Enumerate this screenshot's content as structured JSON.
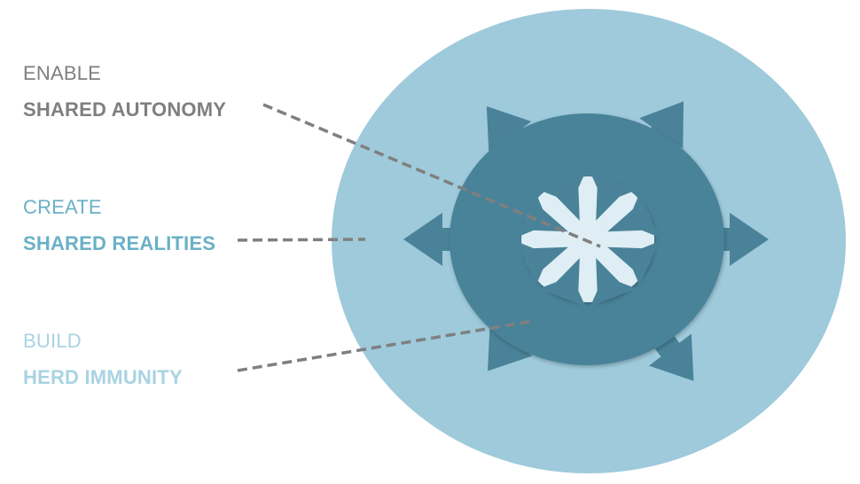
{
  "labels": [
    {
      "verb": "ENABLE",
      "object": "SHARED AUTONOMY",
      "color": "#7f7f7f"
    },
    {
      "verb": "CREATE",
      "object": "SHARED REALITIES",
      "color": "#6ab0c7"
    },
    {
      "verb": "BUILD",
      "object": "HERD IMMUNITY",
      "color": "#a9d3e2"
    }
  ],
  "colors": {
    "outer_circle": "#9ecadb",
    "inner_circle": "#4a8399",
    "core": "#deeef4",
    "connector": "#7f7f7f"
  },
  "icons": [
    "outward-arrows-icon",
    "star-core-icon"
  ]
}
